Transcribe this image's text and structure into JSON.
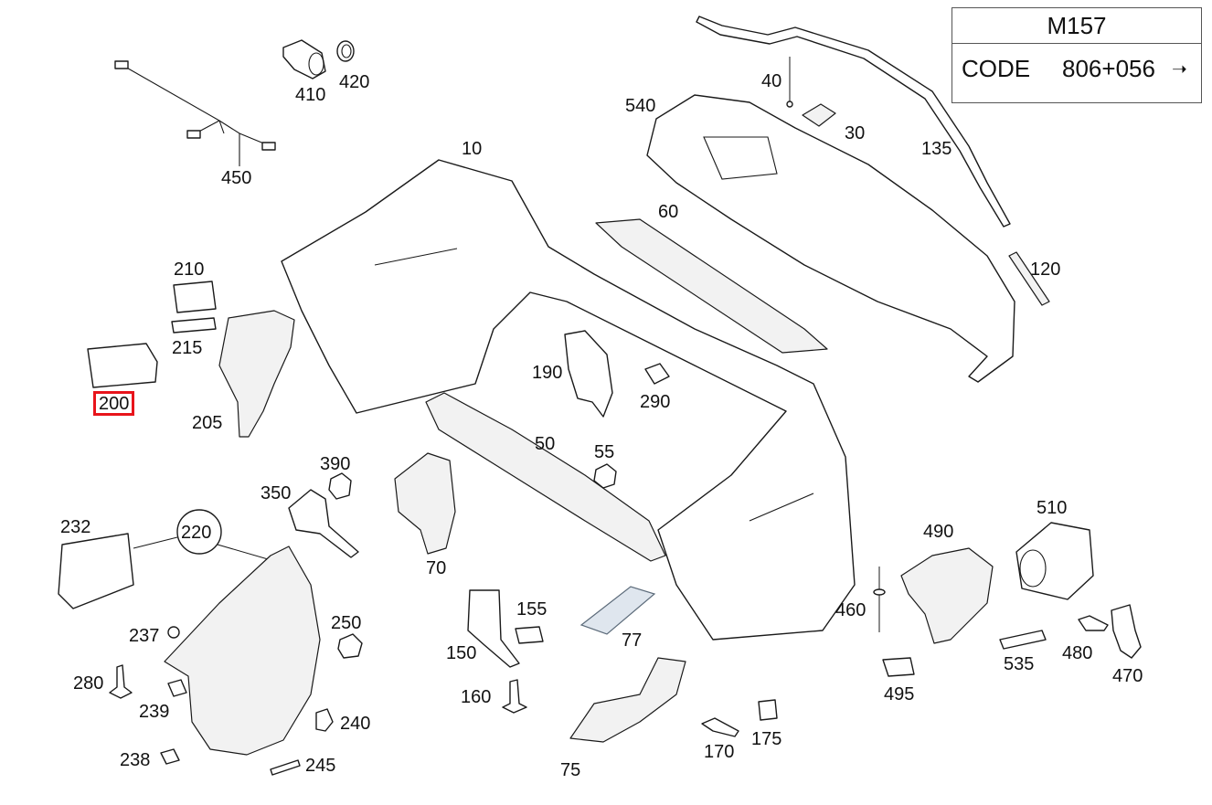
{
  "code_box": {
    "model": "M157",
    "label": "CODE",
    "value": "806+056",
    "arrow": "➝"
  },
  "callouts": {
    "p410": "410",
    "p420": "420",
    "p450": "450",
    "p10": "10",
    "p40": "40",
    "p540": "540",
    "p30": "30",
    "p135": "135",
    "p60": "60",
    "p120": "120",
    "p210": "210",
    "p215": "215",
    "p200": "200",
    "p205": "205",
    "p190": "190",
    "p290": "290",
    "p50": "50",
    "p55": "55",
    "p390": "390",
    "p350": "350",
    "p232": "232",
    "p220": "220",
    "p70": "70",
    "p237": "237",
    "p250": "250",
    "p280": "280",
    "p239": "239",
    "p240": "240",
    "p238": "238",
    "p245": "245",
    "p155": "155",
    "p150": "150",
    "p77": "77",
    "p160": "160",
    "p75": "75",
    "p170": "170",
    "p175": "175",
    "p510": "510",
    "p490": "490",
    "p460": "460",
    "p480": "480",
    "p535": "535",
    "p495": "495",
    "p470": "470"
  },
  "highlighted_part": "200",
  "colors": {
    "highlight": "#e8141b",
    "line": "#1a1a1a",
    "accent_part": "#dfe6ee"
  }
}
